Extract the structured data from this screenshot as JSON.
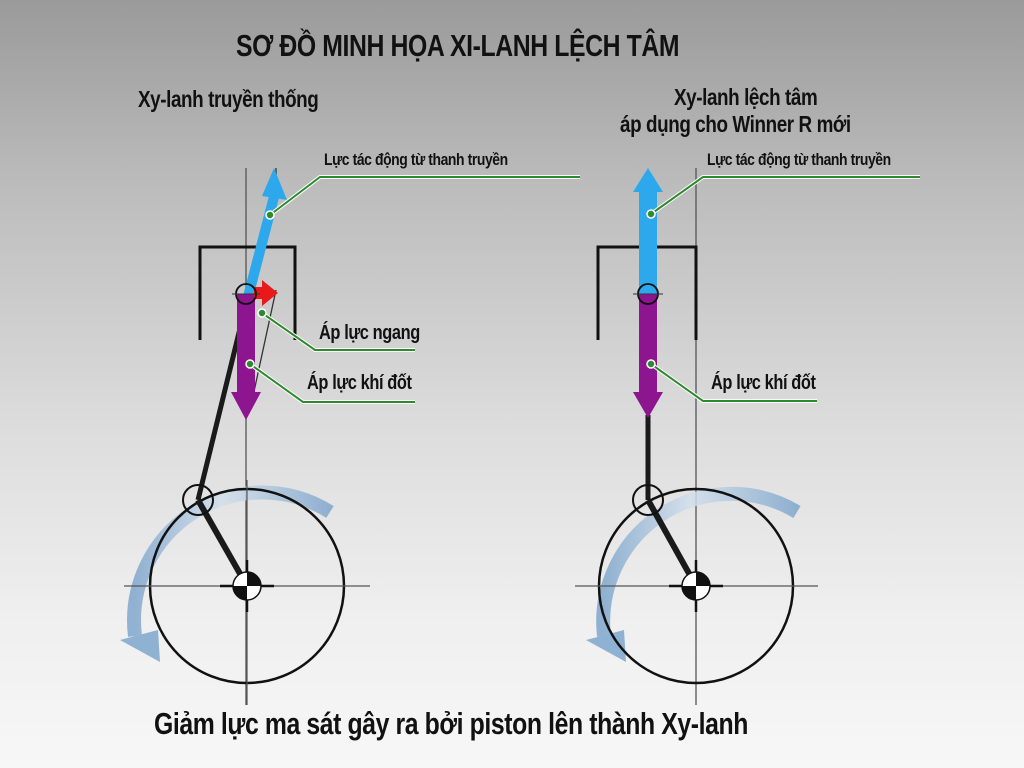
{
  "title": "SƠ ĐỒ MINH HỌA XI-LANH LỆCH TÂM",
  "left_panel": {
    "heading": "Xy-lanh truyền thống",
    "labels": {
      "rod_force": "Lực tác động từ thanh truyền",
      "side_pressure": "Áp lực ngang",
      "gas_pressure": "Áp lực khí đốt"
    }
  },
  "right_panel": {
    "heading_line1": "Xy-lanh lệch tâm",
    "heading_line2": "áp dụng cho Winner R mới",
    "labels": {
      "rod_force": "Lực tác động từ thanh truyền",
      "gas_pressure": "Áp lực khí đốt"
    }
  },
  "footer": "Giảm lực ma sát gây ra bởi piston lên thành Xy-lanh",
  "colors": {
    "rod_force_arrow": "#2ea8ec",
    "gas_pressure_arrow": "#8e1590",
    "side_pressure_arrow": "#e8191a",
    "leader_line": "#2f8a2f",
    "rotation_arrow": "#8fb2d3"
  },
  "icons": {
    "rod_force": "arrow-up-icon",
    "gas_pressure": "arrow-down-icon",
    "side_pressure": "arrow-right-icon",
    "rotation": "rotation-arrow-icon",
    "crank_center": "center-mark-icon"
  }
}
